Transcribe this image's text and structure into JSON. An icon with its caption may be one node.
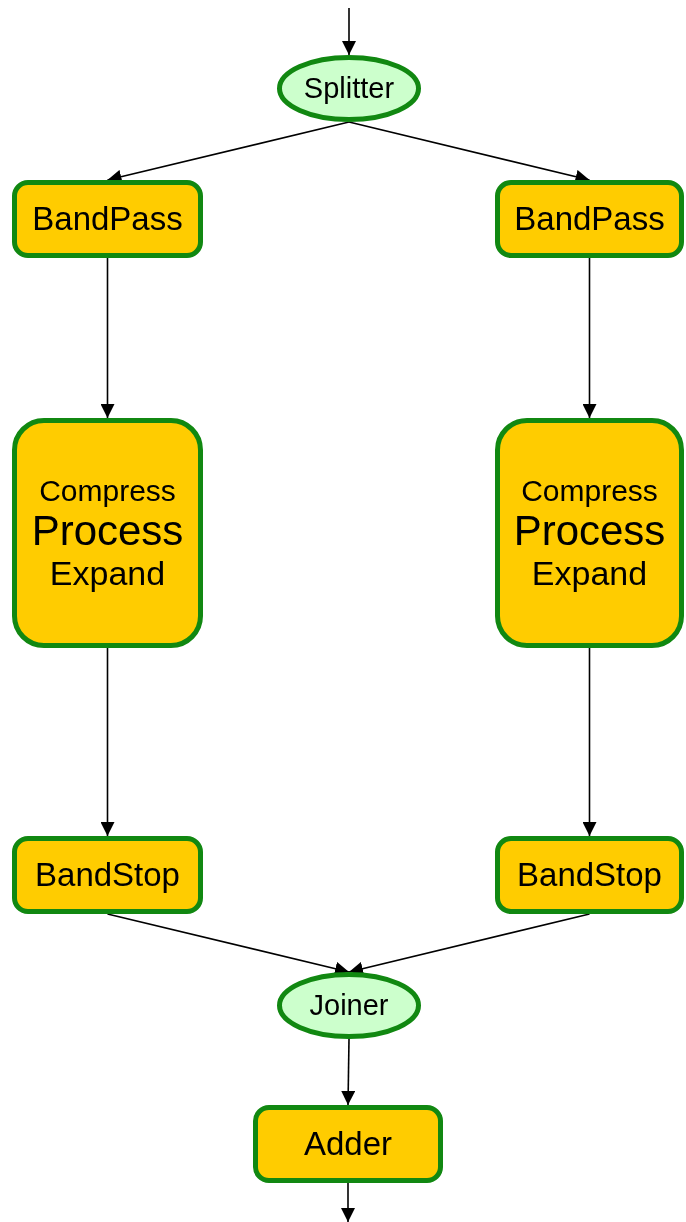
{
  "diagram": {
    "nodes": [
      {
        "text": [
          "Splitter"
        ]
      },
      {
        "text": [
          "BandPass"
        ]
      },
      {
        "text": [
          "BandPass"
        ]
      },
      {
        "text": [
          "Compress",
          "Process",
          "Expand"
        ]
      },
      {
        "text": [
          "Compress",
          "Process",
          "Expand"
        ]
      },
      {
        "text": [
          "BandStop"
        ]
      },
      {
        "text": [
          "BandStop"
        ]
      },
      {
        "text": [
          "Joiner"
        ]
      },
      {
        "text": [
          "Adder"
        ]
      }
    ],
    "edges": [
      {
        "from": null,
        "to": 0,
        "arrow": "to"
      },
      {
        "from": 0,
        "to": 1,
        "arrow": "to"
      },
      {
        "from": 0,
        "to": 2,
        "arrow": "to"
      },
      {
        "from": 1,
        "to": 3,
        "arrow": "to"
      },
      {
        "from": 2,
        "to": 4,
        "arrow": "to"
      },
      {
        "from": 3,
        "to": 5,
        "arrow": "to"
      },
      {
        "from": 4,
        "to": 6,
        "arrow": "to"
      },
      {
        "from": 5,
        "to": 7,
        "arrow": "to"
      },
      {
        "from": 6,
        "to": 7,
        "arrow": "to"
      },
      {
        "from": 7,
        "to": 8,
        "arrow": "to"
      },
      {
        "from": 8,
        "to": null,
        "arrow": "to"
      }
    ]
  }
}
